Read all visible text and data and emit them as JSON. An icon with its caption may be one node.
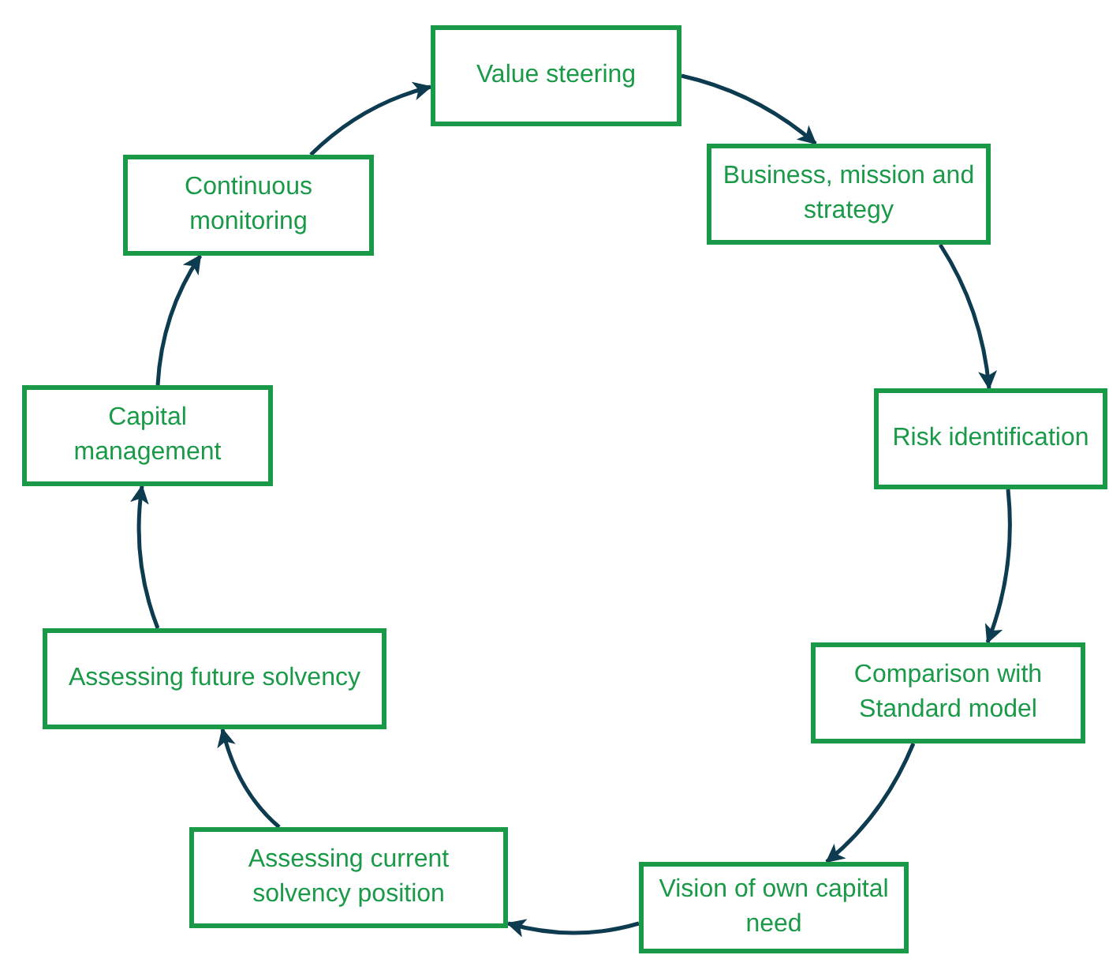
{
  "diagram": {
    "nodes": [
      {
        "text": [
          "Value steering"
        ]
      },
      {
        "text": [
          "Business, mission and strategy"
        ]
      },
      {
        "text": [
          "Risk identification"
        ]
      },
      {
        "text": [
          "Comparison with Standard model"
        ]
      },
      {
        "text": [
          "Vision of own capital need"
        ]
      },
      {
        "text": [
          "Assessing current solvency position"
        ]
      },
      {
        "text": [
          "Assessing future solvency"
        ]
      },
      {
        "text": [
          "Capital management"
        ]
      },
      {
        "text": [
          "Continuous monitoring"
        ]
      }
    ],
    "edges": [
      {
        "from": 0,
        "to": 1,
        "arrow": "to"
      },
      {
        "from": 1,
        "to": 2,
        "arrow": "to"
      },
      {
        "from": 2,
        "to": 3,
        "arrow": "to"
      },
      {
        "from": 3,
        "to": 4,
        "arrow": "to"
      },
      {
        "from": 4,
        "to": 5,
        "arrow": "to"
      },
      {
        "from": 5,
        "to": 6,
        "arrow": "to"
      },
      {
        "from": 6,
        "to": 7,
        "arrow": "to"
      },
      {
        "from": 7,
        "to": 8,
        "arrow": "to"
      },
      {
        "from": 8,
        "to": 0,
        "arrow": "to"
      }
    ]
  }
}
